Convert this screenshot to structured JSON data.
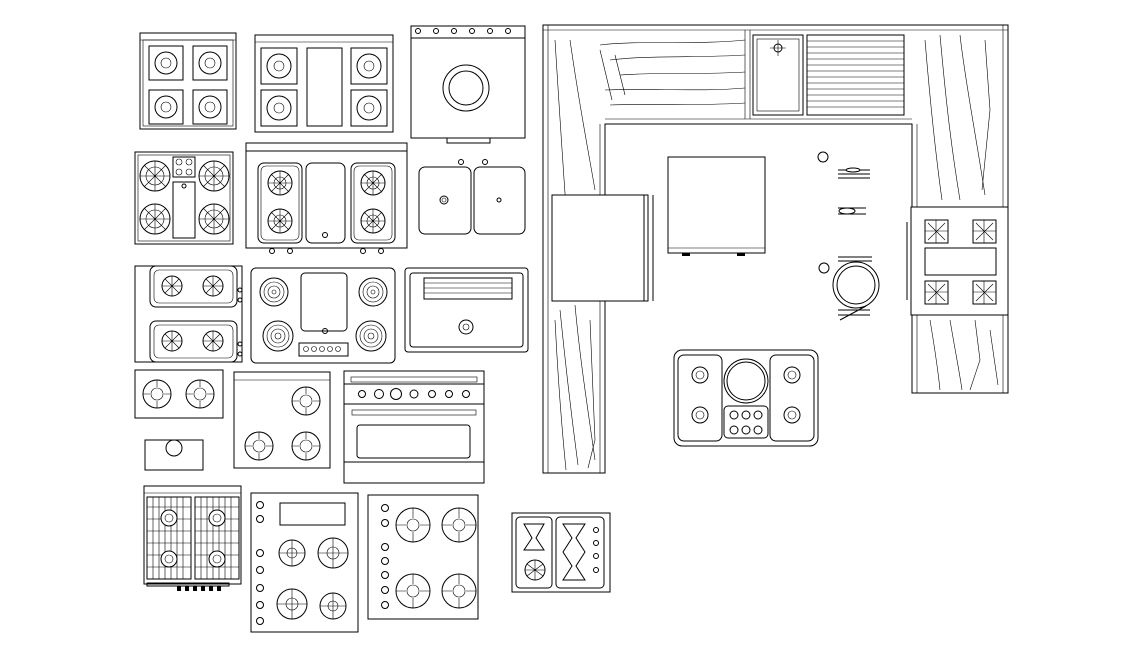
{
  "drawing": {
    "background": "#ffffff",
    "line_color": "#000000",
    "components": [
      {
        "name": "cooktop-4-burner-square"
      },
      {
        "name": "cooktop-4-burner-griddle"
      },
      {
        "name": "wok-range-top"
      },
      {
        "name": "cooktop-4-burner-gas-grill"
      },
      {
        "name": "range-top-2-burner-pairs-griddle"
      },
      {
        "name": "double-sink"
      },
      {
        "name": "cooktop-2x2-burners"
      },
      {
        "name": "electric-cooktop-coil-griddle"
      },
      {
        "name": "single-sink"
      },
      {
        "name": "cooktop-2-burner"
      },
      {
        "name": "cooktop-4-burner"
      },
      {
        "name": "range-oven-front"
      },
      {
        "name": "single-burner-hob"
      },
      {
        "name": "cooktop-grates-4-burner"
      },
      {
        "name": "cooktop-5-burner-panel"
      },
      {
        "name": "cooktop-4-burner-knobs"
      },
      {
        "name": "domino-cooktop-pair"
      },
      {
        "name": "u-shaped-kitchen-plan"
      },
      {
        "name": "cooktop-6-burner-wok"
      }
    ]
  }
}
